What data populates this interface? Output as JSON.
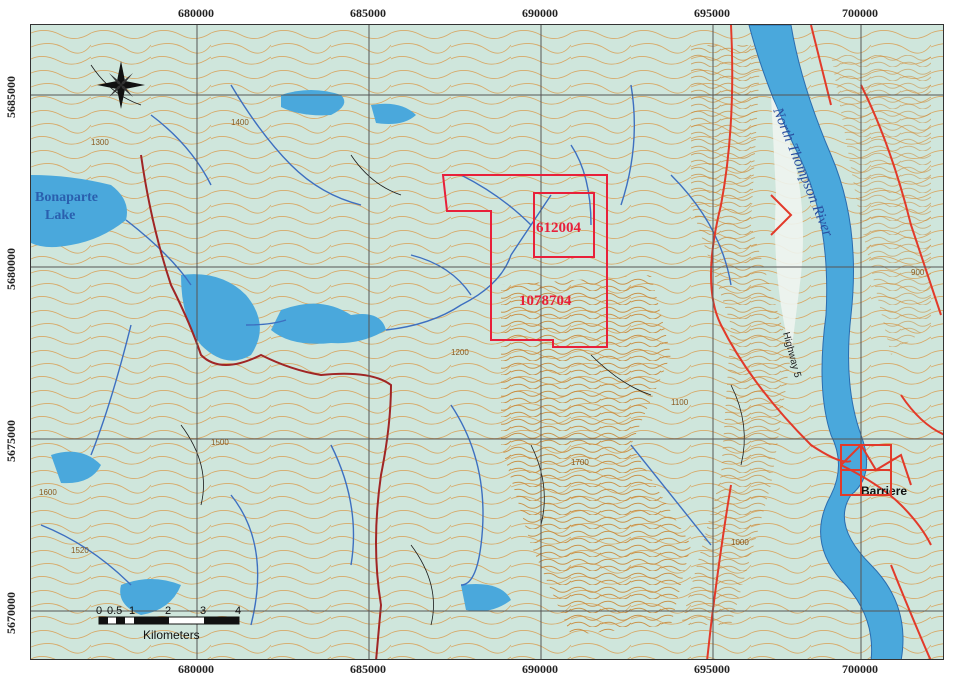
{
  "map": {
    "easting_labels": [
      "680000",
      "685000",
      "690000",
      "695000",
      "700000"
    ],
    "northing_labels": [
      "5685000",
      "5680000",
      "5675000",
      "5670000"
    ],
    "place_labels": {
      "lake_line1": "Bonaparte",
      "lake_line2": "Lake",
      "river": "North Thompson River",
      "town": "Barriere",
      "highway": "Highway 5"
    },
    "claim_labels": {
      "claim_a": "612004",
      "claim_b": "1078704"
    },
    "contour_samples": [
      "1300",
      "1400",
      "1200",
      "1500",
      "1600",
      "1520",
      "1700",
      "1100",
      "1000",
      "900"
    ],
    "scale_bar": {
      "ticks": [
        "0",
        "0.5",
        "1",
        "2",
        "3",
        "4"
      ],
      "unit": "Kilometers"
    },
    "north_arrow_icon": "compass-rose-icon",
    "colors": {
      "land": "#cfe6dc",
      "water": "#4aa8dc",
      "contour": "#d8a25a",
      "stream": "#3d6fc0",
      "road": "#e23a2a",
      "claim": "#e8203a",
      "grid": "#555555"
    }
  }
}
